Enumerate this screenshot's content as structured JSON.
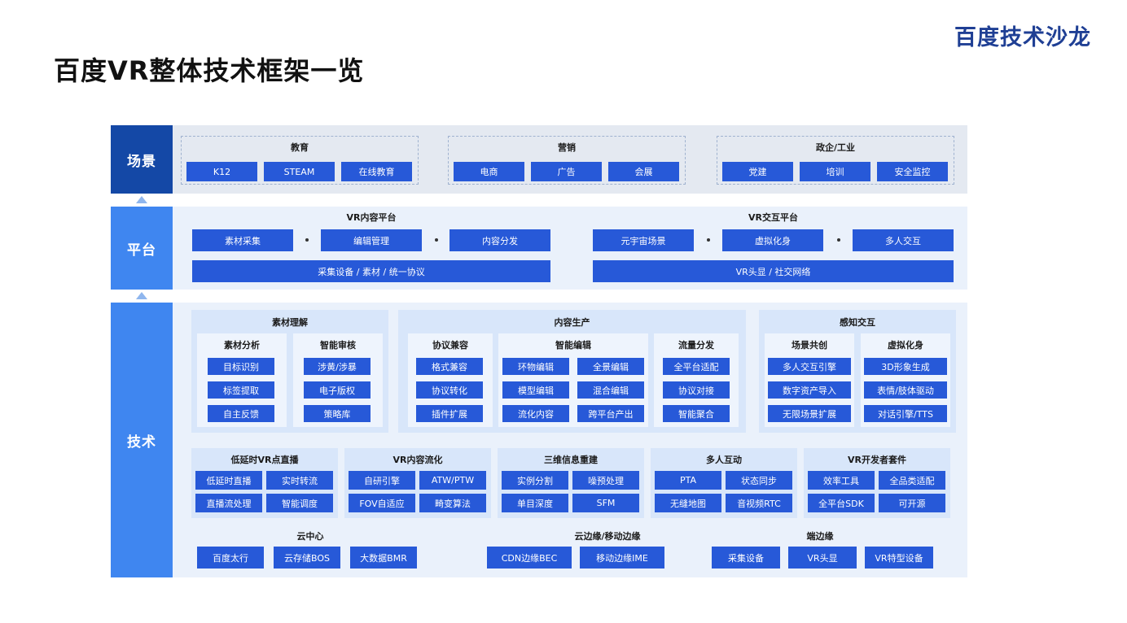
{
  "page": {
    "title": "百度VR整体技术框架一览",
    "brand": "百度技术沙龙"
  },
  "layers": {
    "scene": {
      "label": "场景",
      "groups": [
        {
          "title": "教育",
          "items": [
            "K12",
            "STEAM",
            "在线教育"
          ]
        },
        {
          "title": "营销",
          "items": [
            "电商",
            "广告",
            "会展"
          ]
        },
        {
          "title": "政企/工业",
          "items": [
            "党建",
            "培训",
            "安全监控"
          ]
        }
      ]
    },
    "platform": {
      "label": "平台",
      "groups": [
        {
          "title": "VR内容平台",
          "items": [
            "素材采集",
            "编辑管理",
            "内容分发"
          ],
          "bar": "采集设备 / 素材 / 统一协议"
        },
        {
          "title": "VR交互平台",
          "items": [
            "元宇宙场景",
            "虚拟化身",
            "多人交互"
          ],
          "bar": "VR头显 / 社交网络"
        }
      ]
    },
    "tech": {
      "label": "技术",
      "top_panels": [
        {
          "title": "素材理解",
          "subs": [
            {
              "title": "素材分析",
              "items": [
                "目标识别",
                "标签提取",
                "自主反馈"
              ]
            },
            {
              "title": "智能审核",
              "items": [
                "涉黄/涉暴",
                "电子版权",
                "策略库"
              ]
            }
          ]
        },
        {
          "title": "内容生产",
          "subs": [
            {
              "title": "协议兼容",
              "items": [
                "格式兼容",
                "协议转化",
                "插件扩展"
              ]
            },
            {
              "title": "智能编辑",
              "items": [
                "环物编辑",
                "全景编辑",
                "模型编辑",
                "混合编辑",
                "流化内容",
                "跨平台产出"
              ]
            },
            {
              "title": "流量分发",
              "items": [
                "全平台适配",
                "协议对接",
                "智能聚合"
              ]
            }
          ]
        },
        {
          "title": "感知交互",
          "subs": [
            {
              "title": "场景共创",
              "items": [
                "多人交互引擎",
                "数字资产导入",
                "无限场景扩展"
              ]
            },
            {
              "title": "虚拟化身",
              "items": [
                "3D形象生成",
                "表情/肢体驱动",
                "对话引擎/TTS"
              ]
            }
          ]
        }
      ],
      "mid_panels": [
        {
          "title": "低延时VR点直播",
          "items": [
            "低延时直播",
            "实时转流",
            "直播流处理",
            "智能调度"
          ]
        },
        {
          "title": "VR内容流化",
          "items": [
            "自研引擎",
            "ATW/PTW",
            "FOV自适应",
            "畸变算法"
          ]
        },
        {
          "title": "三维信息重建",
          "items": [
            "实例分割",
            "噪预处理",
            "单目深度",
            "SFM"
          ]
        },
        {
          "title": "多人互动",
          "items": [
            "PTA",
            "状态同步",
            "无缝地图",
            "音视频RTC"
          ]
        },
        {
          "title": "VR开发者套件",
          "items": [
            "效率工具",
            "全品类适配",
            "全平台SDK",
            "可开源"
          ]
        }
      ],
      "infra": [
        {
          "title": "云中心",
          "items": [
            "百度太行",
            "云存储BOS",
            "大数据BMR"
          ]
        },
        {
          "title": "云边缘/移动边缘",
          "items": [
            "CDN边缘BEC",
            "移动边缘IME"
          ]
        },
        {
          "title": "端边缘",
          "items": [
            "采集设备",
            "VR头显",
            "VR特型设备"
          ]
        }
      ]
    }
  }
}
